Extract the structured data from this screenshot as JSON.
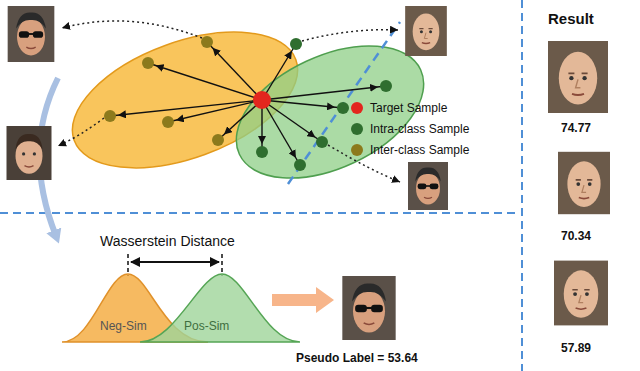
{
  "diagram": {
    "nodes": [
      {
        "text": [
          "Neg-Sim"
        ]
      },
      {
        "text": [
          "Pos-Sim"
        ]
      }
    ],
    "labels": [
      "Result",
      "74.77",
      "70.34",
      "57.89",
      "Wasserstein Distance",
      "Pseudo Label = 53.64"
    ],
    "legend": [
      {
        "text": "Target Sample",
        "color": "#e3261e"
      },
      {
        "text": "Intra-class Sample",
        "color": "#2f6e2f"
      },
      {
        "text": "Inter-class Sample",
        "color": "#8c7a1c"
      }
    ]
  }
}
